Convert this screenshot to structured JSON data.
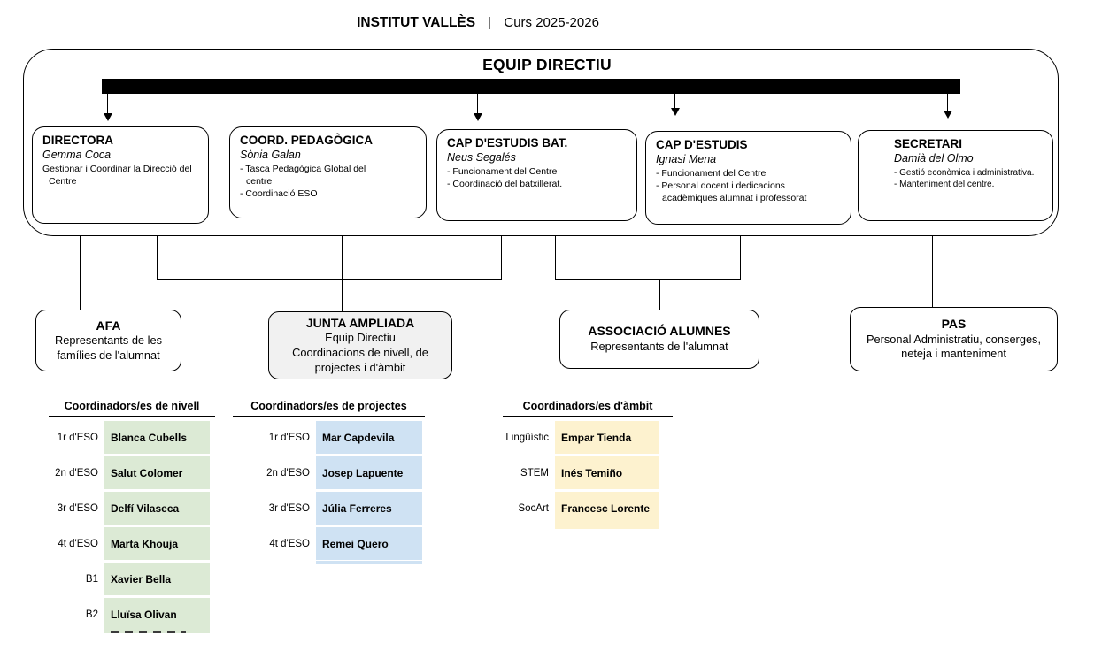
{
  "header": {
    "institute": "INSTITUT VALLÈS",
    "separator": "|",
    "term": "Curs 2025-2026"
  },
  "org": {
    "container_title": "EQUIP DIRECTIU",
    "leaders": [
      {
        "title": "DIRECTORA",
        "name": "Gemma Coca",
        "duties": [
          "Gestionar i Coordinar la Direcció del Centre"
        ]
      },
      {
        "title": "COORD. PEDAGÒGICA",
        "name": "Sònia Galan",
        "duties": [
          "- Tasca Pedagògica Global del centre",
          "- Coordinació ESO"
        ]
      },
      {
        "title": "CAP D'ESTUDIS BAT.",
        "name": "Neus Segalés",
        "duties": [
          "- Funcionament del Centre",
          "- Coordinació del batxillerat."
        ]
      },
      {
        "title": "CAP D'ESTUDIS",
        "name": "Ignasi Mena",
        "duties": [
          "- Funcionament del Centre",
          "- Personal docent i dedicacions acadèmiques alumnat i professorat"
        ]
      },
      {
        "title": "SECRETARI",
        "name": "Damià del Olmo",
        "duties": [
          "- Gestió econòmica i administrativa.",
          "- Manteniment del centre."
        ]
      }
    ],
    "groups": [
      {
        "title": "AFA",
        "lines": [
          "Representants de les famílies de l'alumnat"
        ]
      },
      {
        "title": "JUNTA AMPLIADA",
        "lines": [
          "Equip Directiu",
          "Coordinacions de nivell, de projectes i d'àmbit"
        ]
      },
      {
        "title": "ASSOCIACIÓ ALUMNES",
        "lines": [
          "Representants de l'alumnat"
        ]
      },
      {
        "title": "PAS",
        "lines": [
          "Personal Administratiu, conserges, neteja i manteniment"
        ]
      }
    ]
  },
  "coordinator_lists": [
    {
      "title": "Coordinadors/es de nivell",
      "highlight_color": "#dcead5",
      "rows": [
        {
          "label": "1r d'ESO",
          "name": "Blanca Cubells"
        },
        {
          "label": "2n d'ESO",
          "name": "Salut Colomer"
        },
        {
          "label": "3r d'ESO",
          "name": "Delfí Vilaseca"
        },
        {
          "label": "4t d'ESO",
          "name": "Marta Khouja"
        },
        {
          "label": "B1",
          "name": "Xavier Bella"
        },
        {
          "label": "B2",
          "name": "Lluïsa Olivan"
        }
      ]
    },
    {
      "title": "Coordinadors/es de projectes",
      "highlight_color": "#cfe2f3",
      "rows": [
        {
          "label": "1r d'ESO",
          "name": "Mar Capdevila"
        },
        {
          "label": "2n d'ESO",
          "name": "Josep Lapuente"
        },
        {
          "label": "3r d'ESO",
          "name": "Júlia Ferreres"
        },
        {
          "label": "4t d'ESO",
          "name": "Remei Quero"
        }
      ]
    },
    {
      "title": "Coordinadors/es d'àmbit",
      "highlight_color": "#fdf2cf",
      "rows": [
        {
          "label": "Lingüístic",
          "name": "Empar Tienda"
        },
        {
          "label": "STEM",
          "name": "Inés Temiño"
        },
        {
          "label": "SocArt",
          "name": "Francesc Lorente"
        }
      ]
    }
  ],
  "colors": {
    "bar": "#000000",
    "junta_fill": "#f1f1f1",
    "nivell_green": "#dcead5",
    "projectes_blue": "#cfe2f3",
    "ambit_yellow": "#fdf2cf"
  }
}
